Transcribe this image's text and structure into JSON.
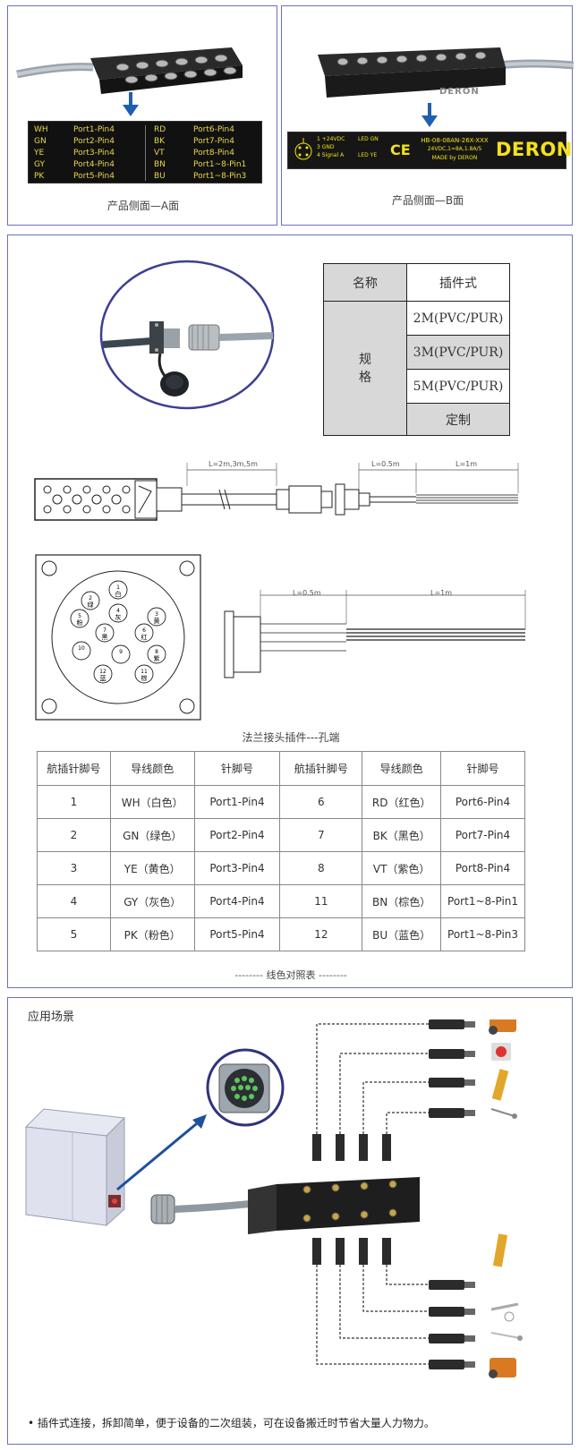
{
  "side_a": {
    "caption": "产品侧面—A面",
    "legend_left": [
      {
        "code": "WH",
        "port": "Port1-Pin4"
      },
      {
        "code": "GN",
        "port": "Port2-Pin4"
      },
      {
        "code": "YE",
        "port": "Port3-Pin4"
      },
      {
        "code": "GY",
        "port": "Port4-Pin4"
      },
      {
        "code": "PK",
        "port": "Port5-Pin4"
      }
    ],
    "legend_right": [
      {
        "code": "RD",
        "port": "Port6-Pin4"
      },
      {
        "code": "BK",
        "port": "Port7-Pin4"
      },
      {
        "code": "VT",
        "port": "Port8-Pin4"
      },
      {
        "code": "BN",
        "port": "Port1~8-Pin1"
      },
      {
        "code": "BU",
        "port": "Port1~8-Pin3"
      }
    ]
  },
  "side_b": {
    "caption": "产品侧面—B面",
    "brand": "DERON",
    "model": "HB-08-08AN-26X-XXX",
    "rating": "24VDC,1=8A,1.8A/5",
    "made_by": "MADE by DERON",
    "box_brand": "DERON",
    "pin_lines": [
      "1 +24VDC",
      "3 GND",
      "4 Signal A"
    ],
    "led_lines": [
      "LED GN",
      "LED YE"
    ],
    "ce": "CE"
  },
  "spec_table": {
    "header_name": "名称",
    "header_type": "插件式",
    "spec_label": "规\n格",
    "options": [
      "2M(PVC/PUR)",
      "3M(PVC/PUR)",
      "5M(PVC/PUR)"
    ],
    "custom": "定制"
  },
  "dims": {
    "cable_length": "L=2m,3m,5m",
    "short": "L=0.5m",
    "long": "L=1m",
    "short2": "L=0.5m",
    "long2": "L=1m"
  },
  "pin_face": {
    "pins": [
      {
        "num": "1",
        "color": "白"
      },
      {
        "num": "2",
        "color": "绿"
      },
      {
        "num": "3",
        "color": "黄"
      },
      {
        "num": "4",
        "color": "灰"
      },
      {
        "num": "5",
        "color": "粉"
      },
      {
        "num": "6",
        "color": "红"
      },
      {
        "num": "7",
        "color": "黑"
      },
      {
        "num": "8",
        "color": "紫"
      },
      {
        "num": "9",
        "color": ""
      },
      {
        "num": "10",
        "color": ""
      },
      {
        "num": "11",
        "color": "棕"
      },
      {
        "num": "12",
        "color": "蓝"
      }
    ]
  },
  "flange_caption": "法兰接头插件---孔端",
  "pin_table": {
    "headers": [
      "航插针脚号",
      "导线颜色",
      "针脚号",
      "航插针脚号",
      "导线颜色",
      "针脚号"
    ],
    "rows": [
      [
        "1",
        "WH（白色）",
        "Port1-Pin4",
        "6",
        "RD（红色）",
        "Port6-Pin4"
      ],
      [
        "2",
        "GN（绿色）",
        "Port2-Pin4",
        "7",
        "BK（黑色）",
        "Port7-Pin4"
      ],
      [
        "3",
        "YE（黄色）",
        "Port3-Pin4",
        "8",
        "VT（紫色）",
        "Port8-Pin4"
      ],
      [
        "4",
        "GY（灰色）",
        "Port4-Pin4",
        "11",
        "BN（棕色）",
        "Port1~8-Pin1"
      ],
      [
        "5",
        "PK（粉色）",
        "Port5-Pin4",
        "12",
        "BU（蓝色）",
        "Port1~8-Pin3"
      ]
    ],
    "caption": "线色对照表"
  },
  "app": {
    "title": "应用场景",
    "note": "• 插件式连接，拆卸简单，便于设备的二次组装，可在设备搬迁时节省大量人力物力。"
  },
  "colors": {
    "panel_border": "#6a6fc4",
    "accent_blue": "#1f5fb0",
    "legend_yellow": "#e8d84a",
    "label_yellow": "#f4e21a"
  }
}
